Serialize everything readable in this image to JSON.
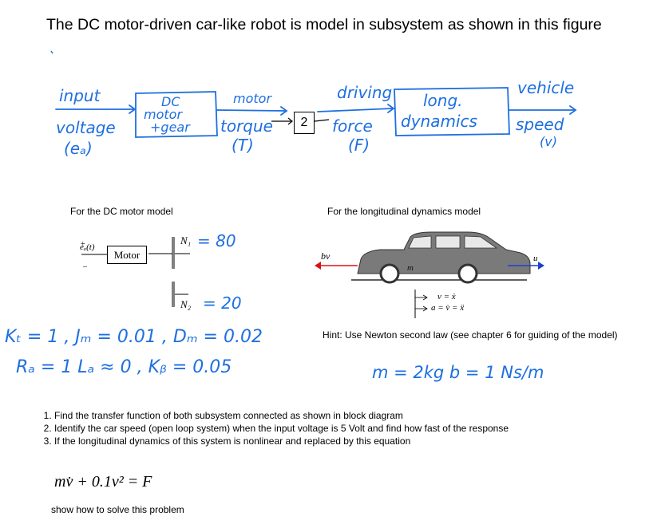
{
  "title": "The DC motor-driven car-like robot is model in subsystem as shown in this figure",
  "block_diagram": {
    "input_label_1": "input",
    "input_label_2": "voltage",
    "input_label_3": "(eₐ)",
    "dc_block_1": "DC",
    "dc_block_2": "motor",
    "dc_block_3": "+gear",
    "motor_label": "motor",
    "torque_label": "torque",
    "torque_symbol": "(T)",
    "block_2": "2",
    "driving_label": "driving",
    "force_label": "force",
    "force_symbol": "(F)",
    "long_block_1": "long.",
    "long_block_2": "dynamics",
    "vehicle_label": "vehicle",
    "speed_label": "speed",
    "speed_symbol": "(v)"
  },
  "motor_model": {
    "caption": "For the DC motor model",
    "ea_label": "eₐ(t)",
    "motor_box": "Motor",
    "n1": "N₁",
    "n1_value": "= 80",
    "n2": "N₂",
    "n2_value": "= 20",
    "params_line1": "Kₜ = 1 , Jₘ = 0.01 , Dₘ = 0.02",
    "params_line2": "Rₐ = 1   Lₐ ≈ 0 , Kᵦ = 0.05"
  },
  "long_model": {
    "caption": "For the longitudinal dynamics model",
    "bv_label": "bv",
    "u_label": "u",
    "m_label": "m",
    "v_eq": "v = ẋ",
    "a_eq": "a = v̇ = ẍ",
    "hint": "Hint: Use Newton second law (see chapter 6 for guiding of the model)",
    "params": "m = 2kg   b = 1 Ns/m"
  },
  "questions": [
    "Find the transfer function of both subsystem connected as shown in block diagram",
    "Identify the car speed (open loop system) when the input voltage is 5 Volt and find how fast of the response",
    "If the longitudinal dynamics of this system is nonlinear and replaced by this equation"
  ],
  "equation": "mv̇ + 0.1v² = F",
  "footer": "show how to solve this problem"
}
